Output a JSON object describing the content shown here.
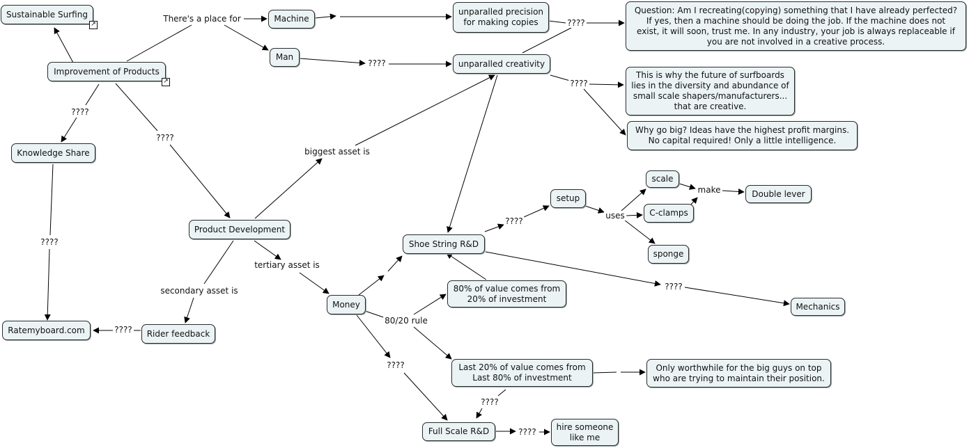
{
  "nodes": {
    "sustainable_surfing": "Sustainable Surfing",
    "improvement": "Improvement of Products",
    "knowledge_share": "Knowledge Share",
    "ratemyboard": "Ratemyboard.com",
    "machine": "Machine",
    "man": "Man",
    "precision": "unparalled precision\nfor making copies",
    "creativity": "unparalled creativity",
    "question": "Question:  Am I recreating(copying) something that I have already perfected?\nIf yes, then a machine should be doing the job.  If the machine does not\nexist, it will soon, trust me.  In any industry, your job is always replaceable if\nyou are not involved in a creative process.",
    "future": "This is why the future of surfboards\nlies in the diversity and abundance of\nsmall scale shapers/manufacturers...\nthat are creative.",
    "why_big": "Why go big?  Ideas have the highest profit margins.\nNo capital required! Only a little intelligence.",
    "product_dev": "Product Development",
    "rider_feedback": "Rider feedback",
    "money": "Money",
    "shoe_string": "Shoe String R&D",
    "setup": "setup",
    "scale": "scale",
    "c_clamps": "C-clamps",
    "sponge": "sponge",
    "double_lever": "Double lever",
    "mechanics": "Mechanics",
    "eighty_value": "80% of value comes from\n20% of investment",
    "last_twenty": "Last 20% of value comes from\nLast 80% of investment",
    "big_guys": "Only worthwhile for the big guys on top\nwho are trying to maintain their position.",
    "full_scale": "Full Scale R&D",
    "hire": "hire someone\nlike me"
  },
  "labels": {
    "place_for": "There's a place for",
    "q_improve_know": "????",
    "q_improve_pd": "????",
    "q_know_rate": "????",
    "q_man_creat": "????",
    "q_prec_question": "????",
    "q_creat_future": "????",
    "biggest_asset": "biggest asset is",
    "secondary_asset": "secondary asset is",
    "tertiary_asset": "tertiary asset is",
    "q_rider_rate": "????",
    "q_shoe_setup": "????",
    "uses": "uses",
    "make": "make",
    "q_shoe_mech": "????",
    "rule_8020": "80/20 rule",
    "q_money_full": "????",
    "q_last_full": "????",
    "q_full_hire": "????"
  }
}
